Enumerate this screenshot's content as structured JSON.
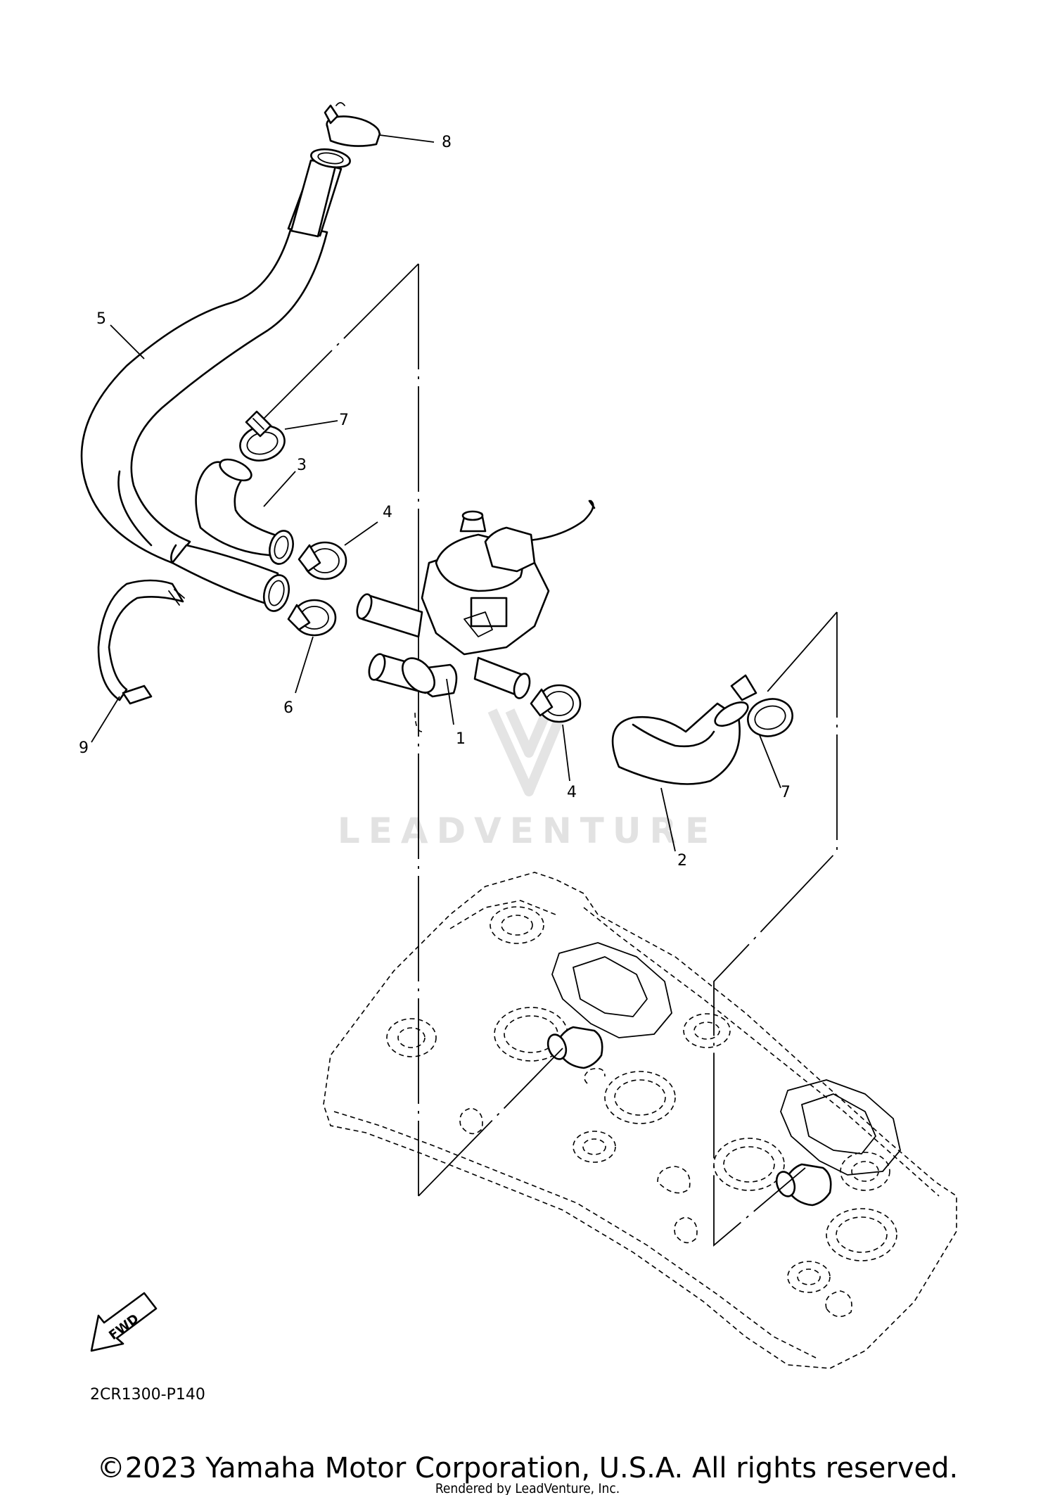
{
  "callouts": [
    {
      "id": "c1",
      "label": "1"
    },
    {
      "id": "c2",
      "label": "2"
    },
    {
      "id": "c3",
      "label": "3"
    },
    {
      "id": "c4a",
      "label": "4"
    },
    {
      "id": "c4b",
      "label": "4"
    },
    {
      "id": "c5",
      "label": "5"
    },
    {
      "id": "c6",
      "label": "6"
    },
    {
      "id": "c7a",
      "label": "7"
    },
    {
      "id": "c7b",
      "label": "7"
    },
    {
      "id": "c8",
      "label": "8"
    },
    {
      "id": "c9",
      "label": "9"
    }
  ],
  "fwd_label": "FWD",
  "diagram_code": "2CR1300-P140",
  "watermark_text": "LEADVENTURE",
  "copyright": "©2023 Yamaha Motor Corporation, U.S.A. All rights reserved.",
  "rendered_by": "Rendered by LeadVenture, Inc.",
  "colors": {
    "line": "#000000",
    "watermark": "#e2e2e2",
    "background": "#ffffff"
  }
}
